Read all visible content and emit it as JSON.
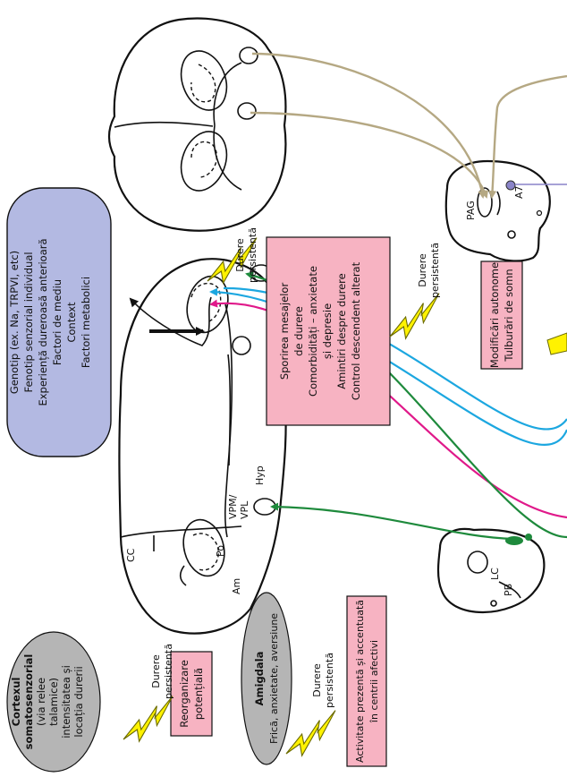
{
  "info_box": {
    "lines": [
      "Genotip (ex. Na, TRPVI, etc)",
      "Fenotip senzorial individual",
      "Experiență dureroasă anterioară",
      "Factori de mediu",
      "Context",
      "Factori metabolici"
    ]
  },
  "bolt_labels": {
    "top_center": [
      "Durere",
      "persistentă"
    ],
    "top_right": [
      "Durere",
      "persistentă"
    ],
    "bottom_left": [
      "Durere",
      "persistentă"
    ],
    "bottom_center": [
      "Durere",
      "persistentă"
    ]
  },
  "pink_boxes": {
    "center": [
      "Sporirea mesajelor",
      "de durere",
      "Comorbidități – anxietate",
      "și depresie",
      "Amintiri despre durere",
      "Control descendent alterat"
    ],
    "right": [
      "Modificări autonome",
      "Tulburări de somn"
    ],
    "reorg": [
      "Reorganizare",
      "potențială"
    ],
    "activity": [
      "Activitate prezentă și accentuată",
      "în centrii afectivi"
    ]
  },
  "cortex_oval": {
    "bold_lines": [
      "Cortexul",
      "somatosenzorial"
    ],
    "lines": [
      "(via relee",
      "talamice)",
      "intensitatea și",
      "locația durerii"
    ]
  },
  "amygdala_oval": {
    "bold_line": "Amigdala",
    "line": "Frică, anxietate, aversiune"
  },
  "structure_labels": {
    "cc": "CC",
    "po": "Po",
    "vpm_vpl_1": "VPM/",
    "vpm_vpl_2": "VPL",
    "hyp": "Hyp",
    "am": "Am",
    "lc": "LC",
    "pb": "PB",
    "pag": "PAG",
    "a7": "A7"
  },
  "colors": {
    "tan": "#b5a883",
    "cyan": "#1ca7e0",
    "magenta": "#e0198a",
    "green": "#1e8a3c",
    "pink": "#f7b3c2",
    "lavender": "#b3b9e2",
    "grey": "#b5b5b5",
    "a7_dot": "#8a84c8",
    "bolt": "#fff200"
  }
}
